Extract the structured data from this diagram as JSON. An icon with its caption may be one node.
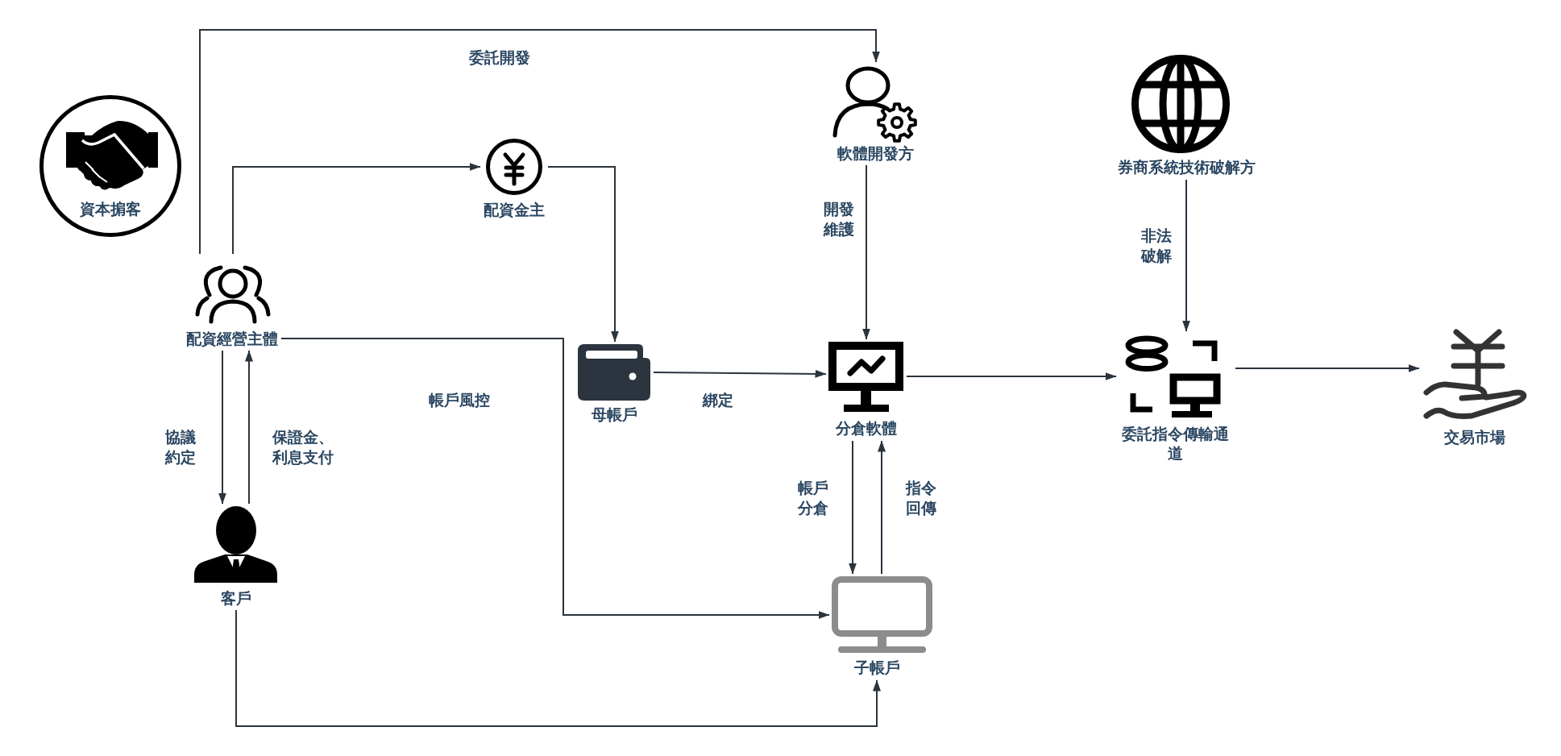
{
  "diagram": {
    "nodes": [
      {
        "text": [
          "資本掮客"
        ]
      },
      {
        "text": [
          "配資金主"
        ]
      },
      {
        "text": [
          "軟體開發方"
        ]
      },
      {
        "text": [
          "券商系統技術破解方"
        ]
      },
      {
        "text": [
          "配資經營主體"
        ]
      },
      {
        "text": [
          "母帳戶"
        ]
      },
      {
        "text": [
          "分倉軟體"
        ]
      },
      {
        "text": [
          "委託指令傳輸通道"
        ]
      },
      {
        "text": [
          "交易市場"
        ]
      },
      {
        "text": [
          "客戶"
        ]
      },
      {
        "text": [
          "子帳戶"
        ]
      }
    ],
    "edges": [
      {
        "from": 4,
        "to": 2,
        "arrow": "to",
        "label": "委託開發"
      },
      {
        "from": 4,
        "to": 1,
        "arrow": "to"
      },
      {
        "from": 1,
        "to": 5,
        "arrow": "to"
      },
      {
        "from": 4,
        "to": 10,
        "arrow": "to",
        "label": "帳戶風控"
      },
      {
        "from": 5,
        "to": 6,
        "arrow": "to",
        "label": "綁定"
      },
      {
        "from": 2,
        "to": 6,
        "arrow": "to",
        "label": "開發維護"
      },
      {
        "from": 3,
        "to": 7,
        "arrow": "to",
        "label": "非法破解"
      },
      {
        "from": 6,
        "to": 7,
        "arrow": "to"
      },
      {
        "from": 7,
        "to": 8,
        "arrow": "to"
      },
      {
        "from": 4,
        "to": 9,
        "arrow": "to",
        "label": "協議約定"
      },
      {
        "from": 9,
        "to": 4,
        "arrow": "to",
        "label": "保證金、利息支付"
      },
      {
        "from": 6,
        "to": 10,
        "arrow": "to",
        "label": "帳戶分倉"
      },
      {
        "from": 10,
        "to": 6,
        "arrow": "to",
        "label": "指令回傳"
      },
      {
        "from": 9,
        "to": 10,
        "arrow": "to"
      }
    ]
  }
}
